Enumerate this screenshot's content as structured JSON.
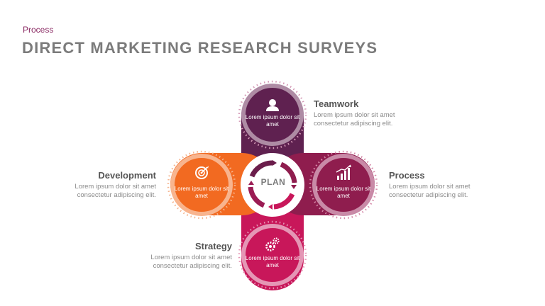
{
  "header": {
    "kicker": "Process",
    "title": "DIRECT MARKETING RESEARCH SURVEYS"
  },
  "center": {
    "label": "PLAN"
  },
  "nodes": [
    {
      "id": "teamwork",
      "icon": "user-icon",
      "text": "Lorem ipsum dolor sit amet"
    },
    {
      "id": "process",
      "icon": "bar-chart-icon",
      "text": "Lorem ipsum dolor sit amet"
    },
    {
      "id": "development",
      "icon": "target-icon",
      "text": "Lorem ipsum dolor sit amet"
    },
    {
      "id": "strategy",
      "icon": "gears-icon",
      "text": "Lorem ipsum dolor sit amet"
    }
  ],
  "labels": {
    "teamwork": {
      "title": "Teamwork",
      "body_line1": "Lorem ipsum dolor sit amet",
      "body_line2": "consectetur  adipiscing elit."
    },
    "process": {
      "title": "Process",
      "body_line1": "Lorem ipsum dolor sit amet",
      "body_line2": "consectetur  adipiscing elit."
    },
    "development": {
      "title": "Development",
      "body_line1": "Lorem ipsum dolor sit amet",
      "body_line2": "consectetur  adipiscing elit."
    },
    "strategy": {
      "title": "Strategy",
      "body_line1": "Lorem ipsum dolor sit amet",
      "body_line2": "consectetur  adipiscing elit."
    }
  },
  "colors": {
    "teamwork": "#5f2150",
    "process": "#8f1d4e",
    "development": "#f26a21",
    "strategy": "#c8175a",
    "center_ring_dark": "#6b1d4b",
    "center_ring_light": "#c8175a",
    "title_gray": "#7b7b7b",
    "accent": "#8a2a63"
  }
}
